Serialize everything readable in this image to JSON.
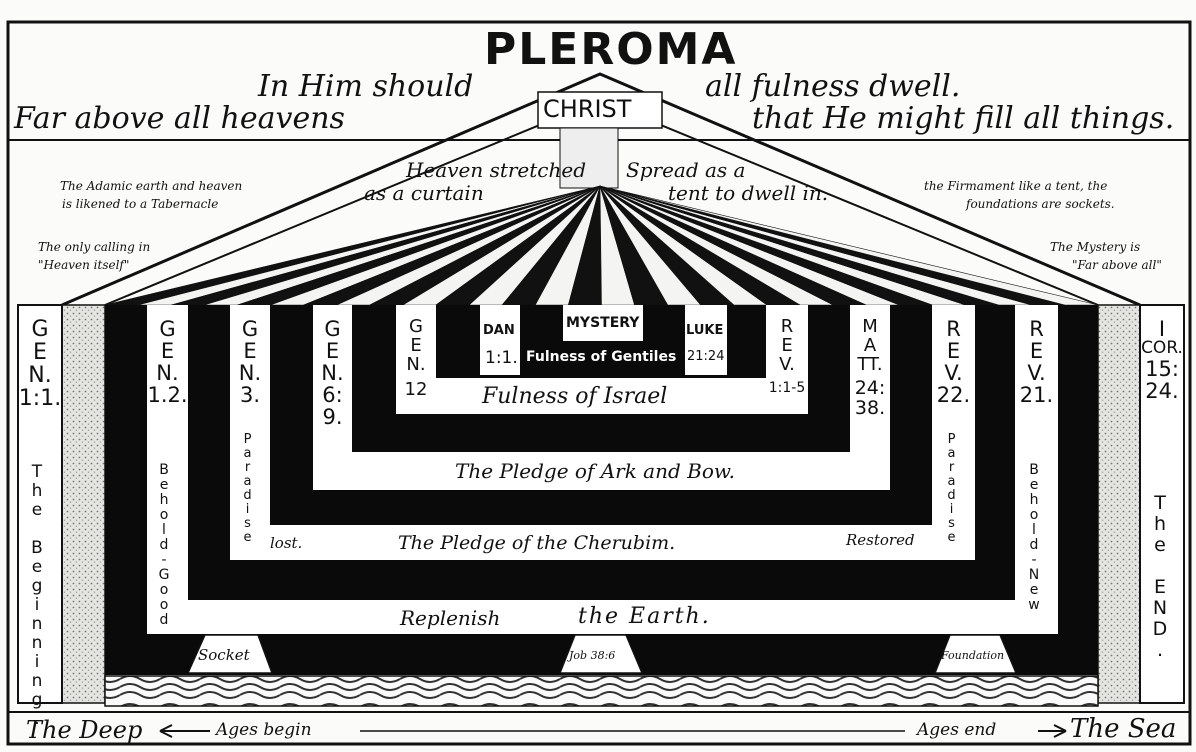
{
  "header": {
    "title": "PLEROMA",
    "line1_left": "In Him should",
    "line1_right": "all fulness dwell.",
    "line2_left": "Far above all heavens",
    "line2_right": "that He might fill all things.",
    "christ": "CHRIST"
  },
  "roof": {
    "heaven_stretched": "Heaven stretched",
    "as_a_curtain": "as a curtain",
    "spread_as_a": "Spread as a",
    "tent_to_dwell": "tent to dwell in.",
    "left_note_1": "The Adamic earth and heaven",
    "left_note_2": "is likened to a Tabernacle",
    "right_note_1": "the Firmament like a tent, the",
    "right_note_2": "foundations are sockets.",
    "calling_1": "The only calling in",
    "calling_2": "\"Heaven itself\"",
    "mystery_1": "The Mystery is",
    "mystery_2": "\"Far above all\""
  },
  "pillars": {
    "gen1_ref": [
      "G",
      "E",
      "N.",
      "1:1."
    ],
    "gen1_text": "The Beginning.",
    "cor_ref": [
      "I",
      "COR.",
      "15:",
      "24."
    ],
    "cor_text": "The END.",
    "gen12_ref": [
      "G",
      "E",
      "N.",
      "1.2."
    ],
    "gen12_text": "Behold-Good",
    "gen3_ref": [
      "G",
      "E",
      "N.",
      "3."
    ],
    "gen3_text": "Paradise",
    "gen69_ref": [
      "G",
      "E",
      "N.",
      "6:",
      "9."
    ],
    "gen12b_ref": [
      "G",
      "E",
      "N.",
      "12"
    ],
    "rev1_ref": [
      "R",
      "E",
      "V.",
      "1:1-5"
    ],
    "matt_ref": [
      "M",
      "A",
      "TT.",
      "24:",
      "38."
    ],
    "rev22_ref": [
      "R",
      "E",
      "V.",
      "22."
    ],
    "rev22_text": "Paradise",
    "rev21_ref": [
      "R",
      "E",
      "V.",
      "21."
    ],
    "rev21_text": "Behold-New"
  },
  "center": {
    "mystery": "MYSTERY",
    "dan": "DAN",
    "dan_ref": "1:1.",
    "luke": "LUKE",
    "luke_ref": "21:24",
    "fulness_gentiles": "Fulness of Gentiles",
    "fulness_israel": "Fulness of Israel",
    "ark_bow": "The Pledge of Ark and Bow.",
    "cherubim": "The Pledge of the Cherubim.",
    "lost": "lost.",
    "restored": "Restored",
    "replenish": "Replenish",
    "the_earth": "the Earth."
  },
  "sockets": {
    "left": "Socket",
    "middle": "Job 38:6",
    "right": "Foundation"
  },
  "footer": {
    "deep": "The Deep",
    "ages_begin": "Ages begin",
    "ages_end": "Ages end",
    "sea": "The Sea"
  }
}
